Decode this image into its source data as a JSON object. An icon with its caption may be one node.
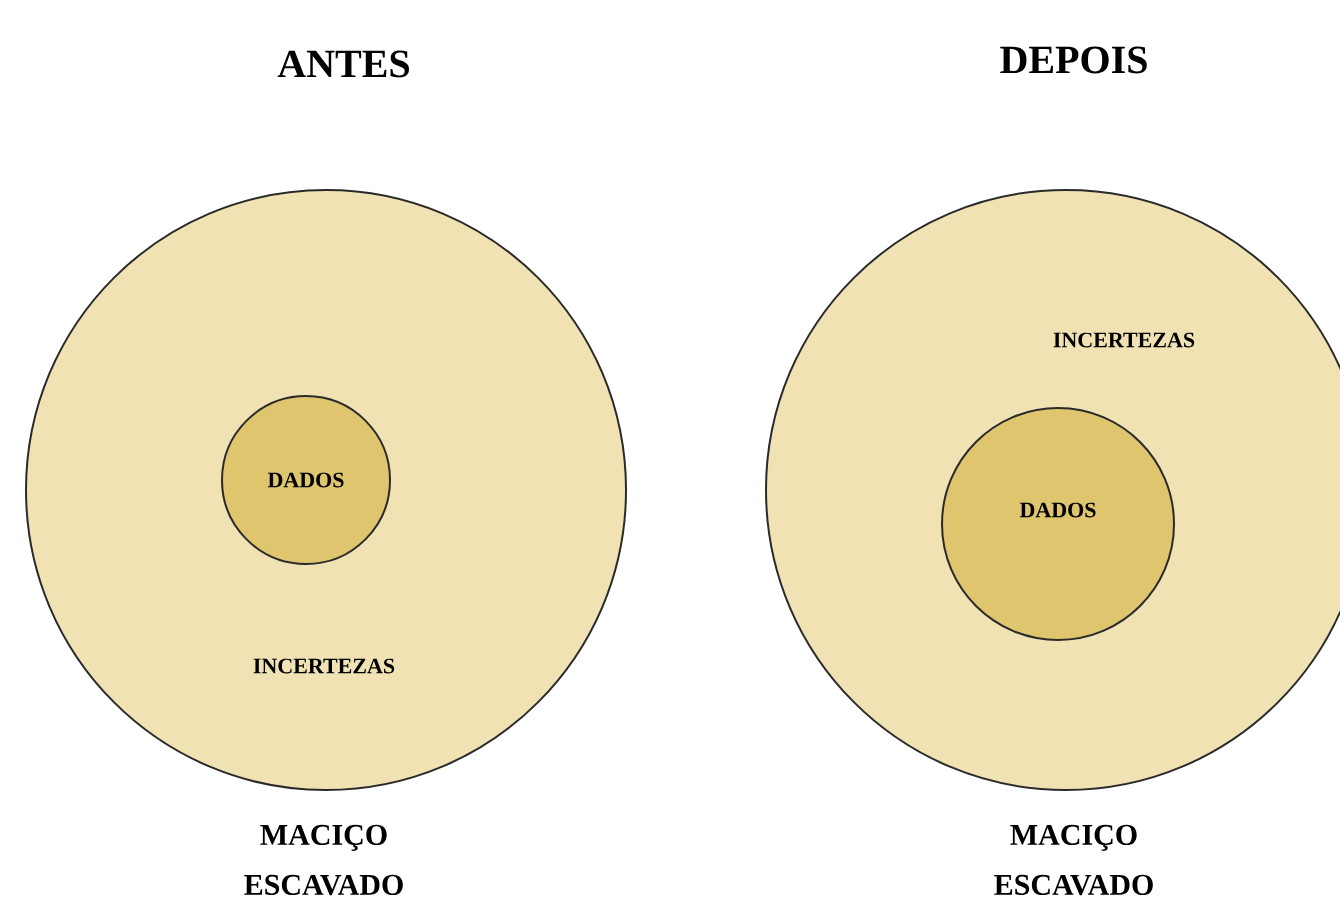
{
  "diagram": {
    "nodes": [
      {
        "text": [
          "ANTES",
          "INCERTEZAS"
        ],
        "beside": [
          "MACIÇO ESCAVADO"
        ]
      },
      {
        "text": [
          "DADOS"
        ],
        "in": 0
      },
      {
        "text": [
          "DEPOIS",
          "INCERTEZAS"
        ],
        "beside": [
          "MACIÇO ESCAVADO"
        ]
      },
      {
        "text": [
          "DADOS"
        ],
        "in": 2
      }
    ]
  }
}
